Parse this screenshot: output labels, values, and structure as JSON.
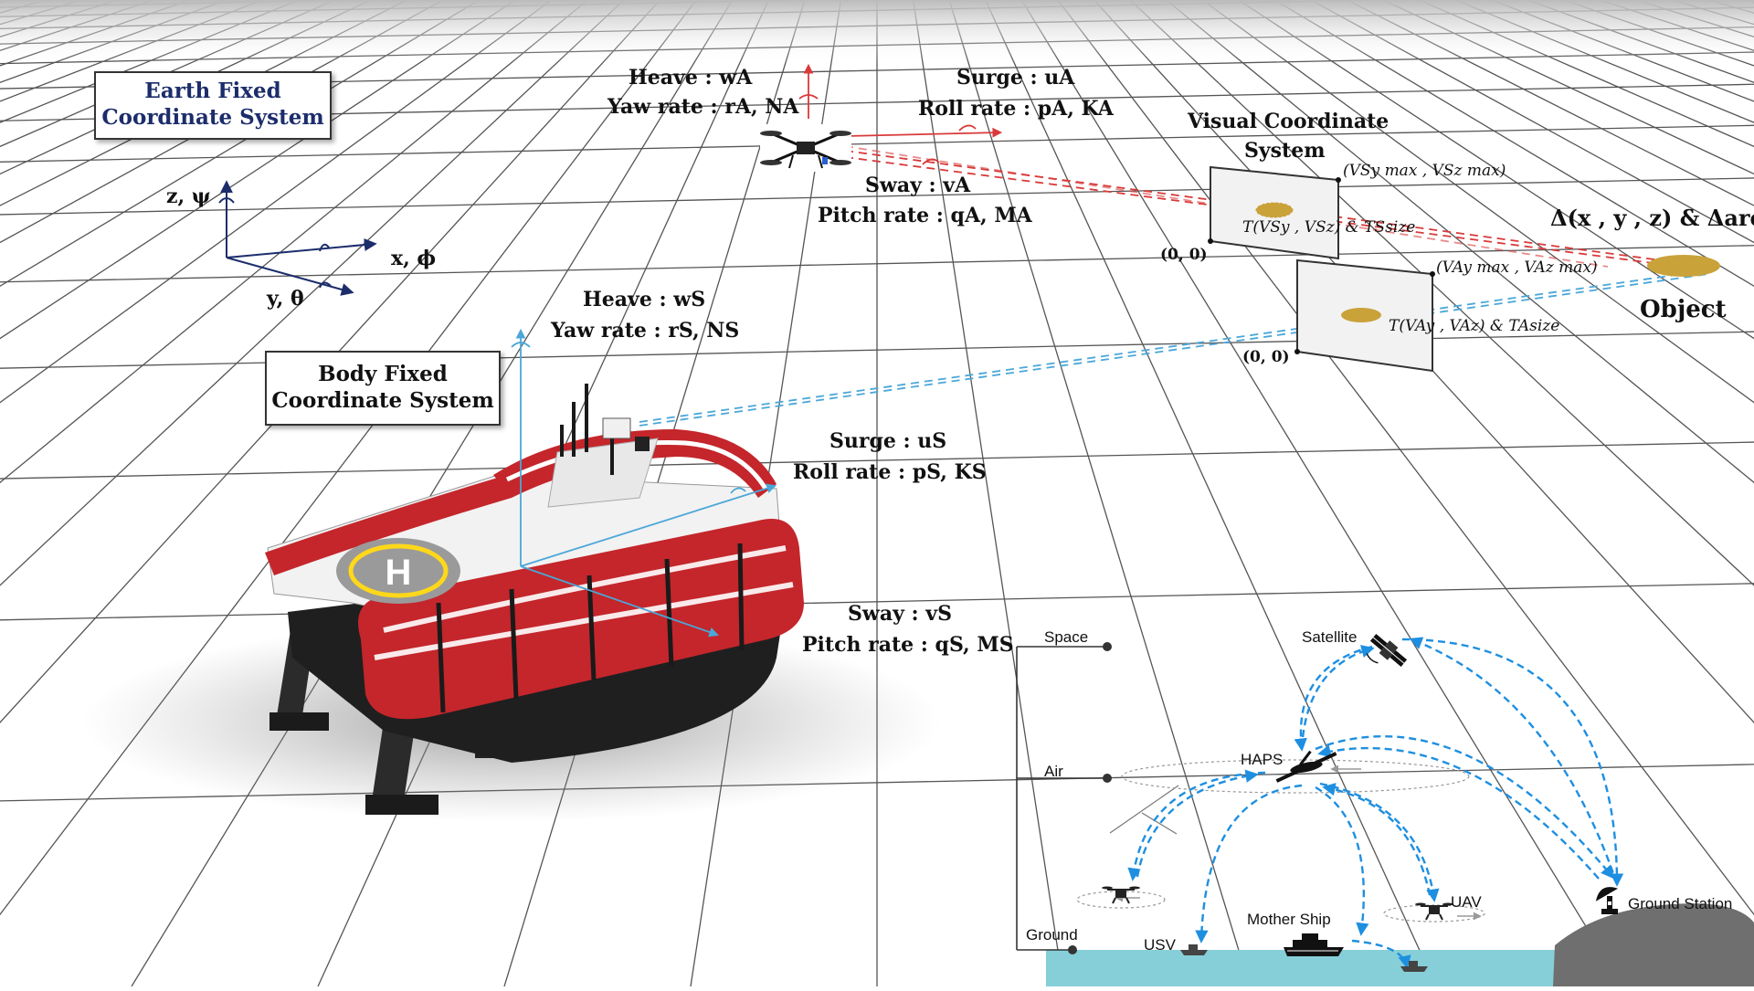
{
  "colors": {
    "grid": "#555555",
    "uav_link": "#d93a3a",
    "usv_link": "#4aa7d8",
    "comm_link": "#1e8fe0",
    "hull_red": "#c4262b",
    "sea": "#86cfd8",
    "land": "#6f6f6f",
    "target": "#c9a23a"
  },
  "earth_frame": {
    "title_line1": "Earth Fixed",
    "title_line2": "Coordinate System",
    "axis_z": "z, ψ",
    "axis_x": "x, ϕ",
    "axis_y": "y, θ"
  },
  "body_frame": {
    "title_line1": "Body Fixed",
    "title_line2": "Coordinate System"
  },
  "uav_motion": {
    "heave": "Heave : wA",
    "yaw": "Yaw rate : rA, NA",
    "surge": "Surge : uA",
    "roll": "Roll rate : pA, KA",
    "sway": "Sway : vA",
    "pitch": "Pitch rate : qA, MA"
  },
  "usv_motion": {
    "heave": "Heave : wS",
    "yaw": "Yaw rate : rS, NS",
    "surge": "Surge : uS",
    "roll": "Roll rate : pS, KS",
    "sway": "Sway : vS",
    "pitch": "Pitch rate : qS, MS"
  },
  "visual_frame": {
    "title_line1": "Visual Coordinate",
    "title_line2": "System",
    "upper_max": "(VSy max , VSz max)",
    "upper_origin": "(0, 0)",
    "upper_target": "T(VSy , VSz) & TSsize",
    "lower_max": "(VAy max , VAz max)",
    "lower_origin": "(0, 0)",
    "lower_target": "T(VAy , VAz) & TAsize",
    "delta": "Δ(x , y , z) & Δarea",
    "object": "Object"
  },
  "comm_network": {
    "levels": [
      "Space",
      "Air",
      "Ground"
    ],
    "nodes": {
      "satellite": "Satellite",
      "haps": "HAPS",
      "uav": "UAV",
      "usv": "USV",
      "mother_ship": "Mother Ship",
      "ground_station": "Ground Station"
    }
  }
}
